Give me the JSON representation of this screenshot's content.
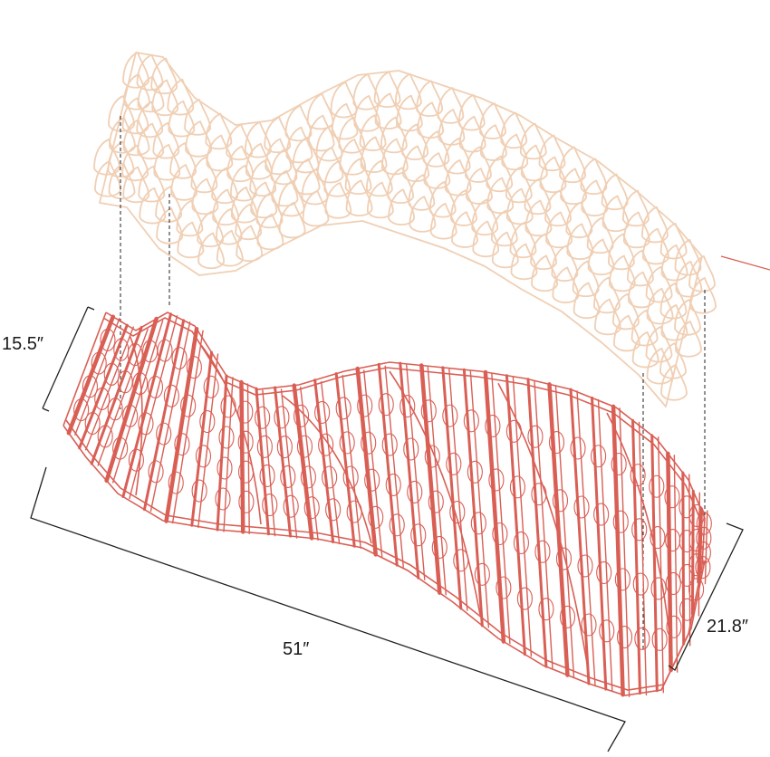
{
  "colors": {
    "top_layer": "#f0cfb4",
    "frame": "#d95f55",
    "dimension": "#222222"
  },
  "dimensions": {
    "height": "15.5″",
    "length": "51″",
    "depth": "21.8″"
  }
}
